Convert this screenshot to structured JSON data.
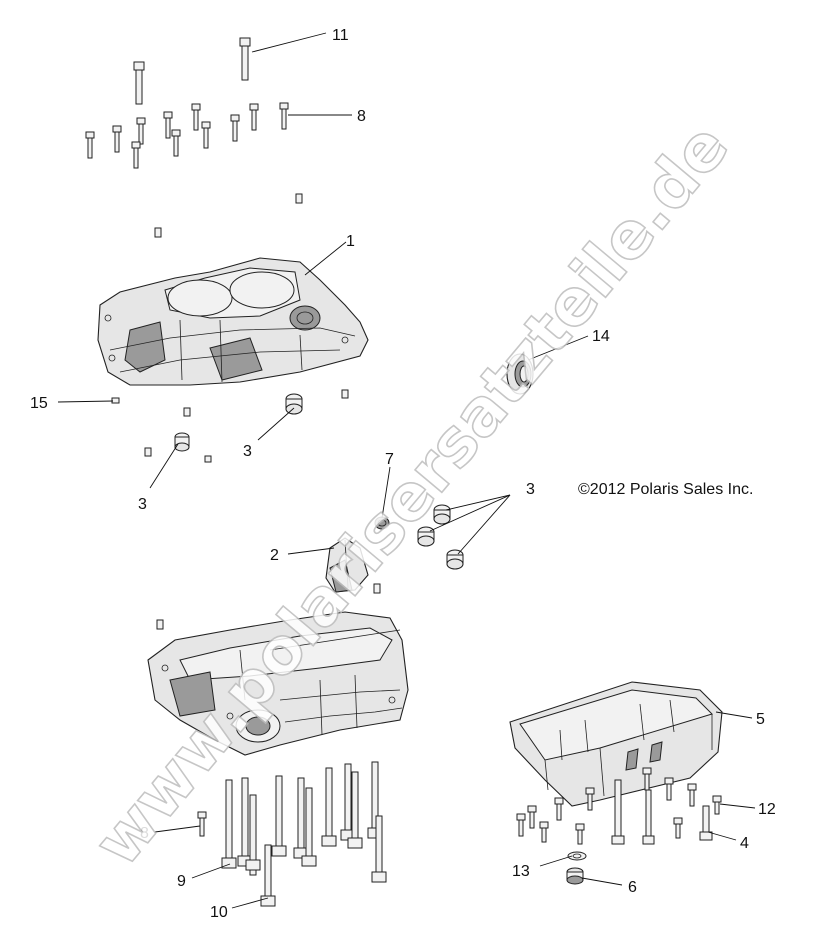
{
  "watermark": "www.polarisersatzteile.de",
  "copyright": "©2012 Polaris Sales Inc.",
  "callouts": {
    "c1": "1",
    "c2": "2",
    "c3a": "3",
    "c3b": "3",
    "c3c": "3",
    "c4": "4",
    "c5": "5",
    "c6": "6",
    "c7": "7",
    "c8a": "8",
    "c8b": "8",
    "c9": "9",
    "c10": "10",
    "c11": "11",
    "c12": "12",
    "c13": "13",
    "c14": "14",
    "c15": "15"
  }
}
